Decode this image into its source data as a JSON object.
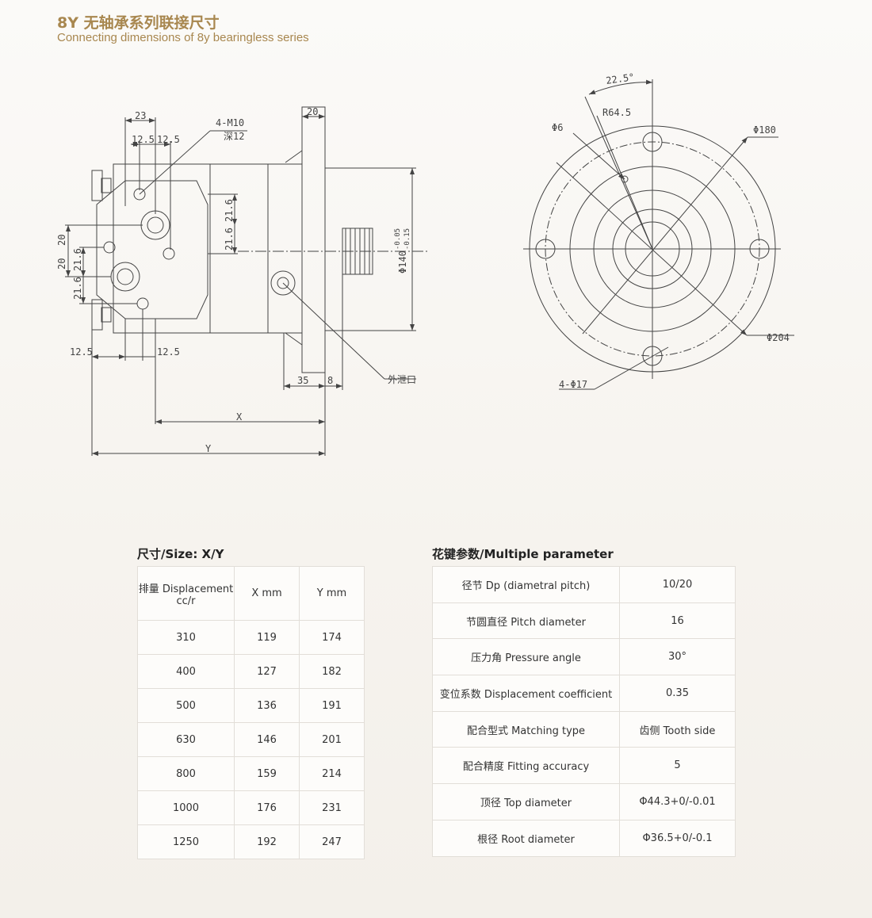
{
  "header": {
    "title_cn": "8Y 无轴承系列联接尺寸",
    "title_en": "Connecting dimensions of 8y bearingless series"
  },
  "drawing": {
    "side_view": {
      "dim_23": "23",
      "dim_12_5_a": "12.5",
      "dim_12_5_b": "12.5",
      "thread_label": "4-M10",
      "thread_depth": "深12",
      "dim_20_top": "20",
      "dim_21_6_a": "21.6",
      "dim_21_6_b": "21.6",
      "dim_20_left_a": "20",
      "dim_20_left_b": "20",
      "dim_21_6_c": "21.6",
      "dim_21_6_d": "21.6",
      "dim_12_5_bottom_left": "12.5",
      "dim_12_5_bottom_right": "12.5",
      "dim_35": "35",
      "dim_8": "8",
      "shaft_dia": "Φ140",
      "shaft_tol_upper": "-0.05",
      "shaft_tol_lower": "-0.15",
      "drain_label": "外泄口",
      "dim_x": "X",
      "dim_y": "Y"
    },
    "front_view": {
      "angle": "22.5°",
      "radius": "R64.5",
      "dia_6": "Φ6",
      "dia_180": "Φ180",
      "dia_204": "Φ204",
      "holes": "4-Φ17"
    }
  },
  "size_table": {
    "caption": "尺寸/Size: X/Y",
    "headers": [
      "排量 Displacement cc/r",
      "X mm",
      "Y mm"
    ],
    "rows": [
      [
        "310",
        "119",
        "174"
      ],
      [
        "400",
        "127",
        "182"
      ],
      [
        "500",
        "136",
        "191"
      ],
      [
        "630",
        "146",
        "201"
      ],
      [
        "800",
        "159",
        "214"
      ],
      [
        "1000",
        "176",
        "231"
      ],
      [
        "1250",
        "192",
        "247"
      ]
    ]
  },
  "spline_table": {
    "caption": "花键参数/Multiple parameter",
    "rows": [
      [
        "径节 Dp (diametral pitch)",
        "10/20"
      ],
      [
        "节圆直径 Pitch diameter",
        "16"
      ],
      [
        "压力角 Pressure angle",
        "30°"
      ],
      [
        "变位系数 Displacement coefficient",
        "0.35"
      ],
      [
        "配合型式 Matching type",
        "齿侧 Tooth side"
      ],
      [
        "配合精度 Fitting accuracy",
        "5"
      ],
      [
        "顶径 Top diameter",
        "Φ44.3+0/-0.01"
      ],
      [
        "根径 Root diameter",
        "Φ36.5+0/-0.1"
      ]
    ]
  }
}
